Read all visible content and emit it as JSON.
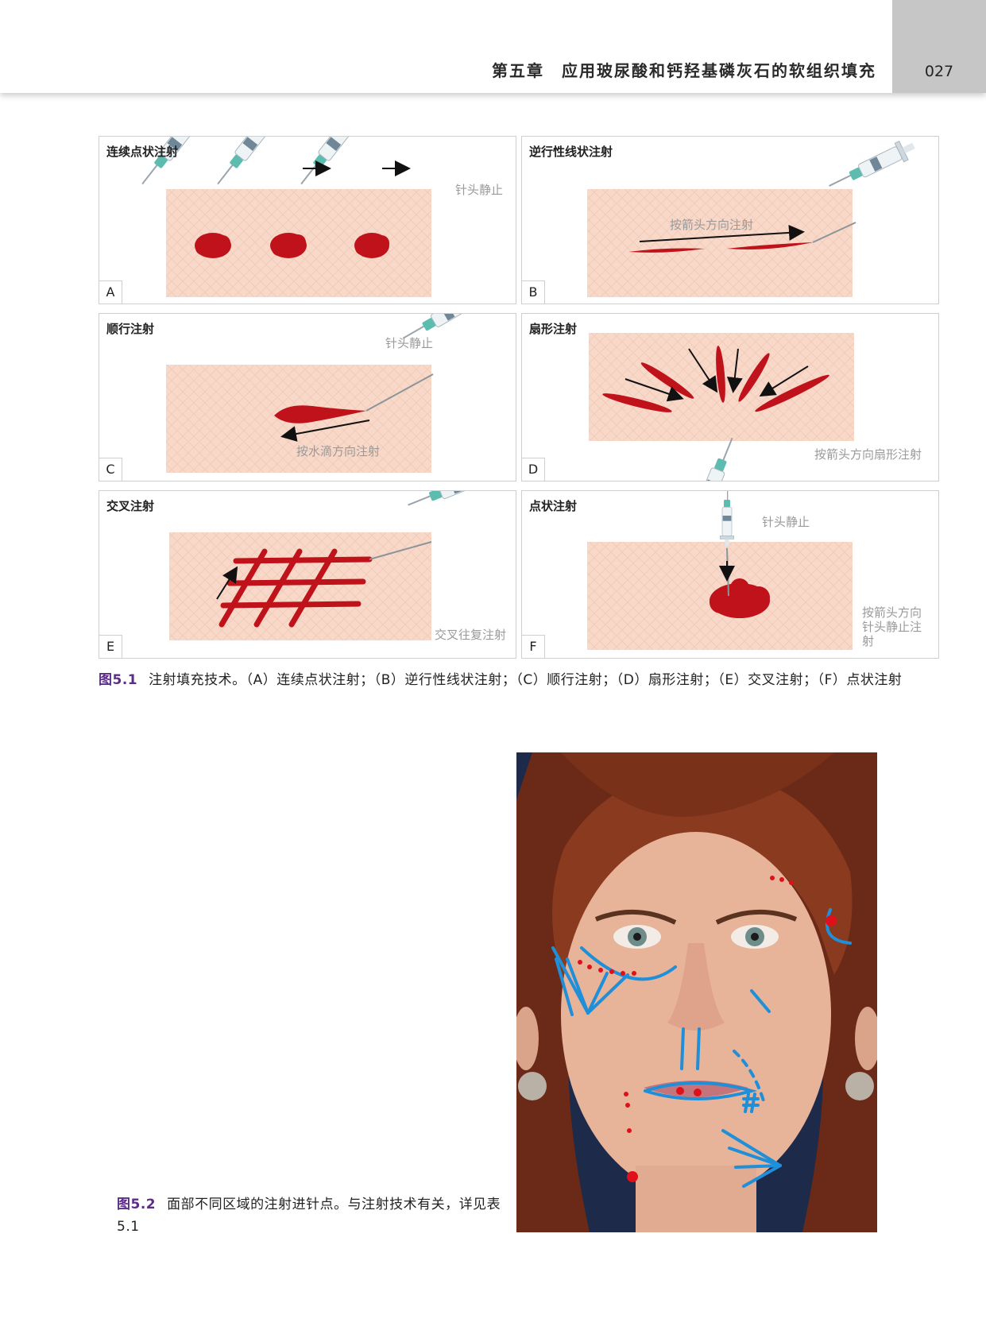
{
  "header": {
    "title": "第五章　应用玻尿酸和钙羟基磷灰石的软组织填充",
    "page_number": "027"
  },
  "figure1": {
    "panels": [
      {
        "letter": "A",
        "title": "连续点状注射",
        "note": "针头静止"
      },
      {
        "letter": "B",
        "title": "逆行性线状注射",
        "note": "按箭头方向注射"
      },
      {
        "letter": "C",
        "title": "顺行注射",
        "note": "针头静止",
        "note2": "按水滴方向注射"
      },
      {
        "letter": "D",
        "title": "扇形注射",
        "note": "按箭头方向扇形注射"
      },
      {
        "letter": "E",
        "title": "交叉注射",
        "note": "交叉往复注射"
      },
      {
        "letter": "F",
        "title": "点状注射",
        "note": "针头静止",
        "note2_lines": [
          "按箭头方向",
          "针头静止注",
          "射"
        ]
      }
    ],
    "caption_label": "图5.1",
    "caption_text": "注射填充技术。（A）连续点状注射；（B）逆行性线状注射；（C）顺行注射；（D）扇形注射；（E）交叉注射；（F）点状注射"
  },
  "figure2": {
    "caption_label": "图5.2",
    "caption_text": "面部不同区域的注射进针点。与注射技术有关，详见表5.1"
  },
  "colors": {
    "skin": "#f8d8c8",
    "filler": "#c0121a",
    "arrow_blue": "#1e8fd8",
    "label_purple": "#5b2d86",
    "header_tab": "#c6c6c6"
  }
}
